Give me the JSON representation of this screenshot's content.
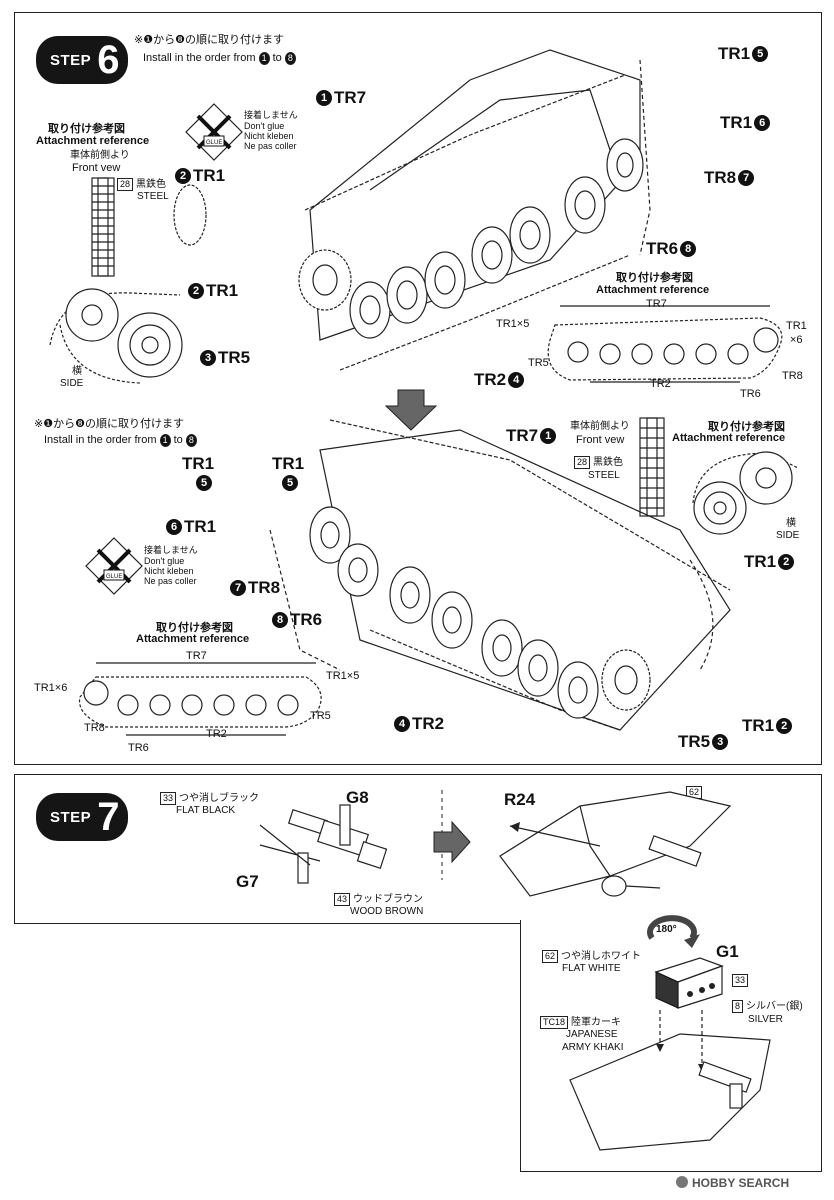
{
  "step6": {
    "badge": {
      "word": "STEP",
      "num": "6"
    },
    "top_note_jp": "※❶から❽の順に取り付けます",
    "top_note_en": "Install in the order from",
    "top_note_from": "1",
    "top_note_to_word": "to",
    "top_note_to": "8",
    "bottom_note_jp": "※❶から❽の順に取り付けます",
    "bottom_note_en": "Install in the order from",
    "bottom_note_from": "1",
    "bottom_note_to_word": "to",
    "bottom_note_to": "8",
    "ref_title_jp": "取り付け参考図",
    "ref_title_en": "Attachment reference",
    "front_view_jp": "車体前側より",
    "front_view_en": "Front vew",
    "paint_code": "28",
    "paint_jp": "黒鉄色",
    "paint_en": "STEEL",
    "side_jp": "横",
    "side_en": "SIDE",
    "no_glue": [
      "接着しません",
      "Don't glue",
      "Nicht kleben",
      "Ne pas coller"
    ],
    "glue_label": "GLUE",
    "top_labels": [
      {
        "n": "1",
        "t": "TR7"
      },
      {
        "n": "2",
        "t": "TR1"
      },
      {
        "n": "2",
        "t": "TR1"
      },
      {
        "n": "3",
        "t": "TR5"
      },
      {
        "n": "4",
        "t": "TR2"
      },
      {
        "n": "5",
        "t": "TR1"
      },
      {
        "n": "6",
        "t": "TR1"
      },
      {
        "n": "7",
        "t": "TR8"
      },
      {
        "n": "8",
        "t": "TR6"
      }
    ],
    "bottom_labels": [
      {
        "n": "1",
        "t": "TR7"
      },
      {
        "n": "5",
        "t": "TR1"
      },
      {
        "n": "5",
        "t": "TR1"
      },
      {
        "n": "6",
        "t": "TR1"
      },
      {
        "n": "7",
        "t": "TR8"
      },
      {
        "n": "8",
        "t": "TR6"
      },
      {
        "n": "2",
        "t": "TR1"
      },
      {
        "n": "4",
        "t": "TR2"
      },
      {
        "n": "3",
        "t": "TR5"
      },
      {
        "n": "2",
        "t": "TR1"
      }
    ],
    "diagram_top": {
      "tr7": "TR7",
      "tr1x5": "TR1×5",
      "tr1x6a": "TR1",
      "tr1x6b": "×6",
      "tr5": "TR5",
      "tr2": "TR2",
      "tr8": "TR8",
      "tr6": "TR6"
    },
    "diagram_bottom": {
      "tr7": "TR7",
      "tr1x6": "TR1×6",
      "tr1x5": "TR1×5",
      "tr8": "TR8",
      "tr6": "TR6",
      "tr2": "TR2",
      "tr5": "TR5"
    }
  },
  "step7": {
    "badge": {
      "word": "STEP",
      "num": "7"
    },
    "flat_black_code": "33",
    "flat_black_jp": "つや消しブラック",
    "flat_black_en": "FLAT BLACK",
    "wood_code": "43",
    "wood_jp": "ウッドブラウン",
    "wood_en": "WOOD BROWN",
    "g8": "G8",
    "g7": "G7",
    "r24": "R24",
    "part62": "62",
    "rotate": "180°",
    "flat_white_code": "62",
    "flat_white_jp": "つや消しホワイト",
    "flat_white_en": "FLAT WHITE",
    "g1": "G1",
    "g1_code": "33",
    "silver_code": "8",
    "silver_jp": "シルバー(銀)",
    "silver_en": "SILVER",
    "khaki_code": "TC18",
    "khaki_jp": "陸軍カーキ",
    "khaki_en1": "JAPANESE",
    "khaki_en2": "ARMY KHAKI"
  },
  "watermark": "HOBBY SEARCH"
}
